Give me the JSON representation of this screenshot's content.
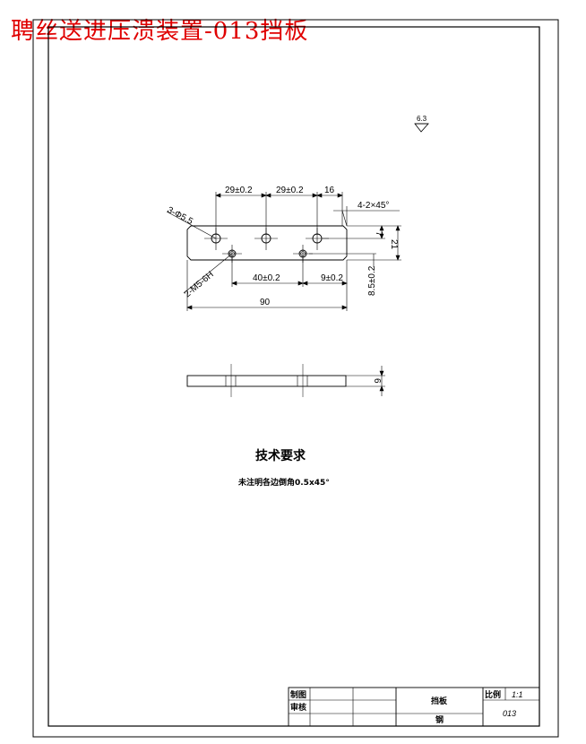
{
  "title": "聘丝送进压溃装置-013挡板",
  "roughness": "6.3",
  "dims": {
    "top1": "29±0.2",
    "top2": "29±0.2",
    "top3": "16",
    "chamfer": "4-2×45°",
    "holes_big": "3-Φ5.5",
    "holes_thread": "2-M5-6H",
    "bot1": "40±0.2",
    "bot2": "9±0.2",
    "overall": "90",
    "right1": "7",
    "right2": "21",
    "right3": "8.5±0.2",
    "thickness": "6"
  },
  "tech": {
    "heading": "技术要求",
    "note": "未注明各边倒角0.5x45°"
  },
  "title_block": {
    "drawn": "制图",
    "checked": "审核",
    "part": "挡板",
    "scale_label": "比例",
    "scale_value": "1:1",
    "material": "钢",
    "number": "013"
  }
}
